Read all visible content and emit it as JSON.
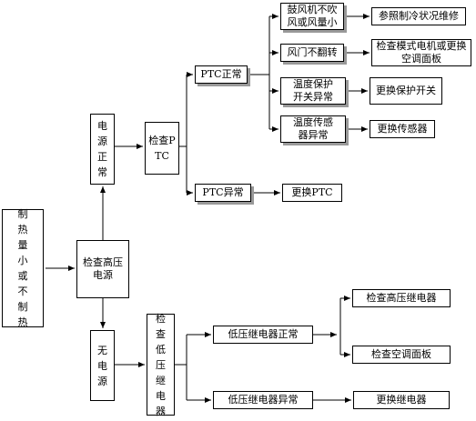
{
  "nodes": {
    "symptom": "制热量小或不制热",
    "check_hv_power": "检查高压电源",
    "power_normal": "电源正常",
    "no_power": "无电源",
    "check_ptc": "检查PTC",
    "ptc_normal": "PTC正常",
    "ptc_abnormal": "PTC异常",
    "replace_ptc": "更换PTC",
    "blower_fault": "鼓风机不吹风或风量小",
    "refer_cooling": "参照制冷状况维修",
    "damper_fault": "风门不翻转",
    "check_mode_motor": "检查模式电机或更换空调面板",
    "temp_protect_fault": "温度保护开关异常",
    "replace_protect_switch": "更换保护开关",
    "temp_sensor_fault": "温度传感器异常",
    "replace_sensor": "更换传感器",
    "check_lv_relay": "检查低压继电器",
    "lv_relay_normal": "低压继电器正常",
    "lv_relay_abnormal": "低压继电器异常",
    "check_hv_relay": "检查高压继电器",
    "check_ac_panel": "检查空调面板",
    "replace_relay": "更换继电器"
  }
}
